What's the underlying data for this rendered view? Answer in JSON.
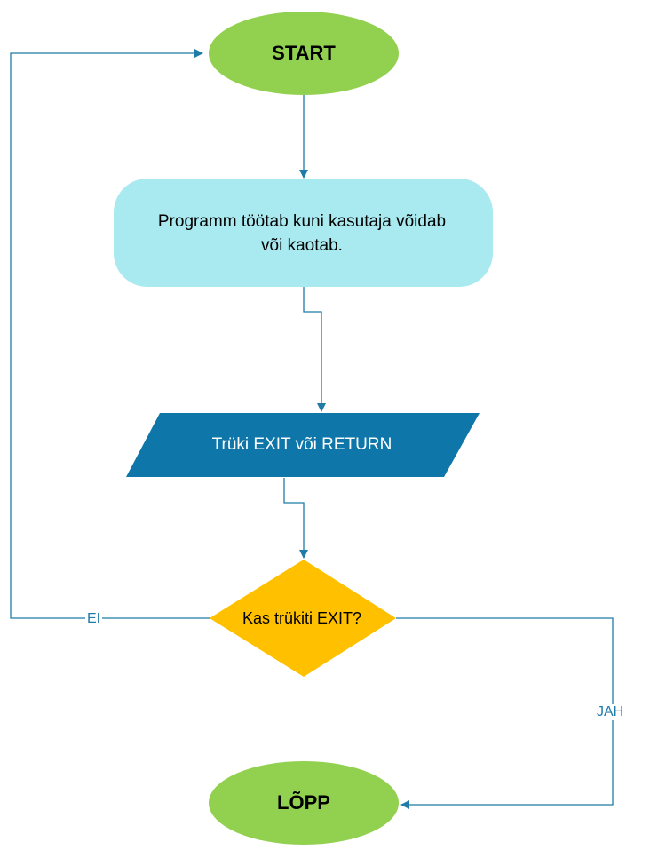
{
  "nodes": {
    "start": {
      "label": "START",
      "shape": "ellipse",
      "color": "#92d050"
    },
    "process": {
      "label": "Programm töötab kuni kasutaja võidab\nvõi kaotab.",
      "shape": "rounded-rectangle",
      "color": "#a9eaf0"
    },
    "io": {
      "label": "Trüki EXIT või RETURN",
      "shape": "parallelogram",
      "color": "#0e76a8"
    },
    "decision": {
      "label": "Kas trükiti EXIT?",
      "shape": "diamond",
      "color": "#ffc000"
    },
    "end": {
      "label": "LÕPP",
      "shape": "ellipse",
      "color": "#92d050"
    }
  },
  "edges": {
    "no_label": "EI",
    "yes_label": "JAH",
    "color": "#1f7ca8"
  }
}
